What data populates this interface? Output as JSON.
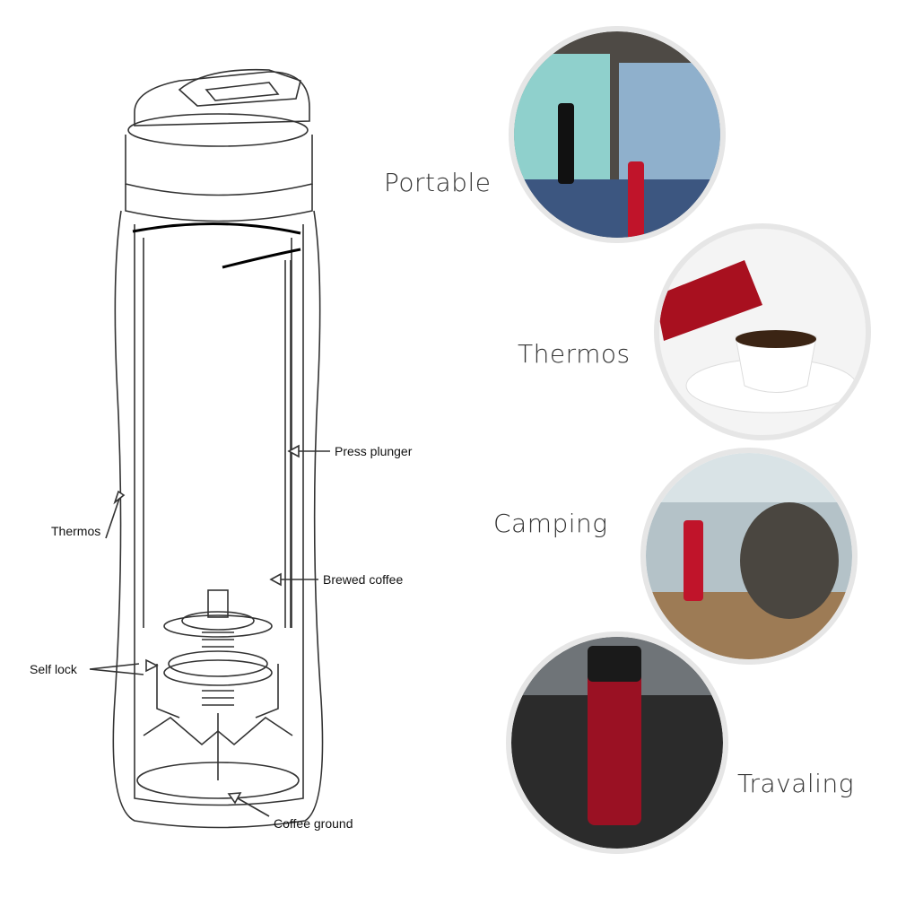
{
  "diagram": {
    "callouts": {
      "press_plunger": "Press plunger",
      "thermos": "Thermos",
      "brewed_coffee": "Brewed coffee",
      "self_lock": "Self lock",
      "coffee_ground": "Coffee ground"
    }
  },
  "features": [
    {
      "label": "Portable"
    },
    {
      "label": "Thermos"
    },
    {
      "label": "Camping"
    },
    {
      "label": "Travaling"
    }
  ],
  "colors": {
    "bottle_red": "#c0142a",
    "line": "#333333",
    "ring": "#e6e6e6"
  }
}
